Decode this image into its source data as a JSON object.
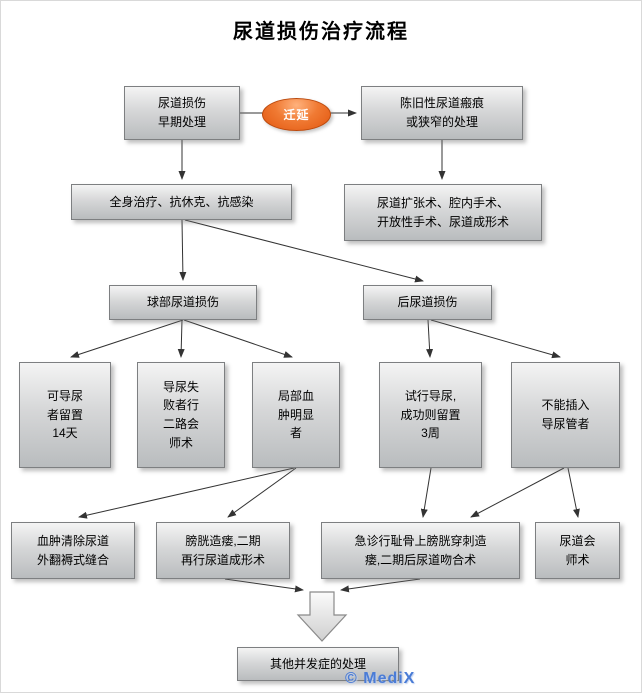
{
  "title": "尿道损伤治疗流程",
  "watermark": "© MediX",
  "colors": {
    "box_fill_top": "#f4f4f4",
    "box_fill_bottom": "#b9bcbe",
    "box_border": "#7d7f81",
    "ellipse_fill": "#e2560f",
    "line": "#333333",
    "watermark": "#4a7cd6"
  },
  "nodes": {
    "early": "尿道损伤\n早期处理",
    "delay": "迁延",
    "scar": "陈旧性尿道瘢痕\n或狭窄的处理",
    "systemic": "全身治疗、抗休克、抗感染",
    "dilation": "尿道扩张术、腔内手术、\n开放性手术、尿道成形术",
    "bulbar": "球部尿道损伤",
    "posterior": "后尿道损伤",
    "catheter_ok": "可导尿\n者留置\n14天",
    "catheter_fail": "导尿失\n败者行\n二路会\n师术",
    "hematoma": "局部血\n肿明显\n者",
    "trial": "试行导尿,\n成功则留置\n3周",
    "cannot_insert": "不能插入\n导尿管者",
    "removal": "血肿清除尿道\n外翻褥式缝合",
    "cystostomy": "膀胱造瘘,二期\n再行尿道成形术",
    "emergency": "急诊行耻骨上膀胱穿刺造\n瘘,二期后尿道吻合术",
    "realignment": "尿道会\n师术",
    "other": "其他并发症的处理"
  }
}
